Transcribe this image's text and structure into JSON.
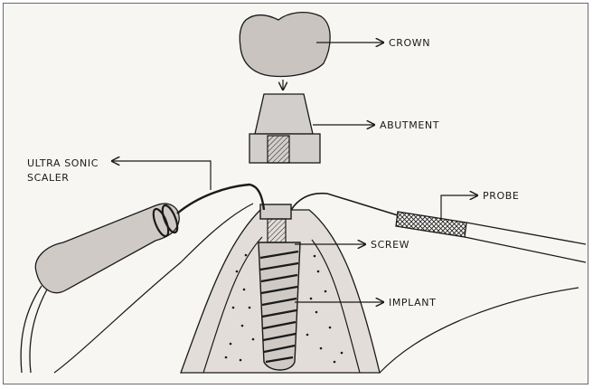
{
  "labels": {
    "crown": "CROWN",
    "abutment": "ABUTMENT",
    "ultrasonic_line1": "ULTRA SONIC",
    "ultrasonic_line2": "SCALER",
    "probe": "PROBE",
    "screw": "SCREW",
    "implant": "IMPLANT"
  },
  "colors": {
    "paper": "#f7f6f3",
    "ink": "#1a1a1a",
    "crown_fill": "#c9c4c0",
    "abutment_fill": "#d2cecb",
    "tissue_fill": "#e2ddd8",
    "scaler_fill": "#cfcac6"
  }
}
